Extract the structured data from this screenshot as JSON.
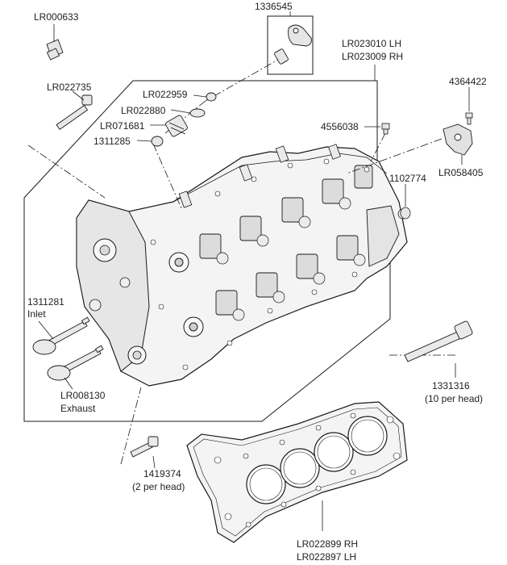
{
  "labels": {
    "lr000633": "LR000633",
    "p1336545": "1336545",
    "lr023010": "LR023010 LH",
    "lr023009": "LR023009 RH",
    "lr022735": "LR022735",
    "lr022959": "LR022959",
    "lr022880": "LR022880",
    "lr071681": "LR071681",
    "p1311285": "1311285",
    "p4364422": "4364422",
    "p4556038": "4556038",
    "lr058405": "LR058405",
    "p1102774": "1102774",
    "p1311281": "1311281",
    "inlet": "Inlet",
    "lr008130": "LR008130",
    "exhaust": "Exhaust",
    "p1331316": "1331316",
    "per_head_10": "(10 per head)",
    "p1419374": "1419374",
    "per_head_2": "(2 per head)",
    "lr022899": "LR022899 RH",
    "lr022897": "LR022897 LH"
  },
  "colors": {
    "line": "#1a1a1a",
    "fill_light": "#f2f2f2",
    "fill_mid": "#e0e0e0",
    "fill_dark": "#c8c8c8"
  }
}
